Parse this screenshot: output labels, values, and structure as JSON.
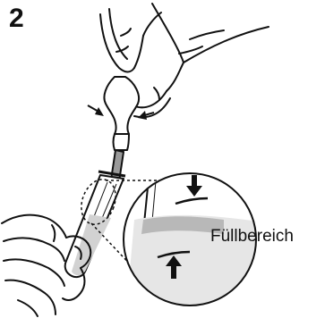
{
  "instruction": {
    "step_number": "2",
    "fill_zone_label": "Füllbereich"
  },
  "icons": {
    "pipette": "pipette-illustration",
    "test_tube": "test-tube-illustration",
    "squeeze_arrows": "squeeze-arrow-icon",
    "fill_arrows": "fill-level-arrow-icon"
  },
  "colors": {
    "ink": "#111111",
    "liquid": "#b8b8b8",
    "paper": "#ffffff"
  }
}
